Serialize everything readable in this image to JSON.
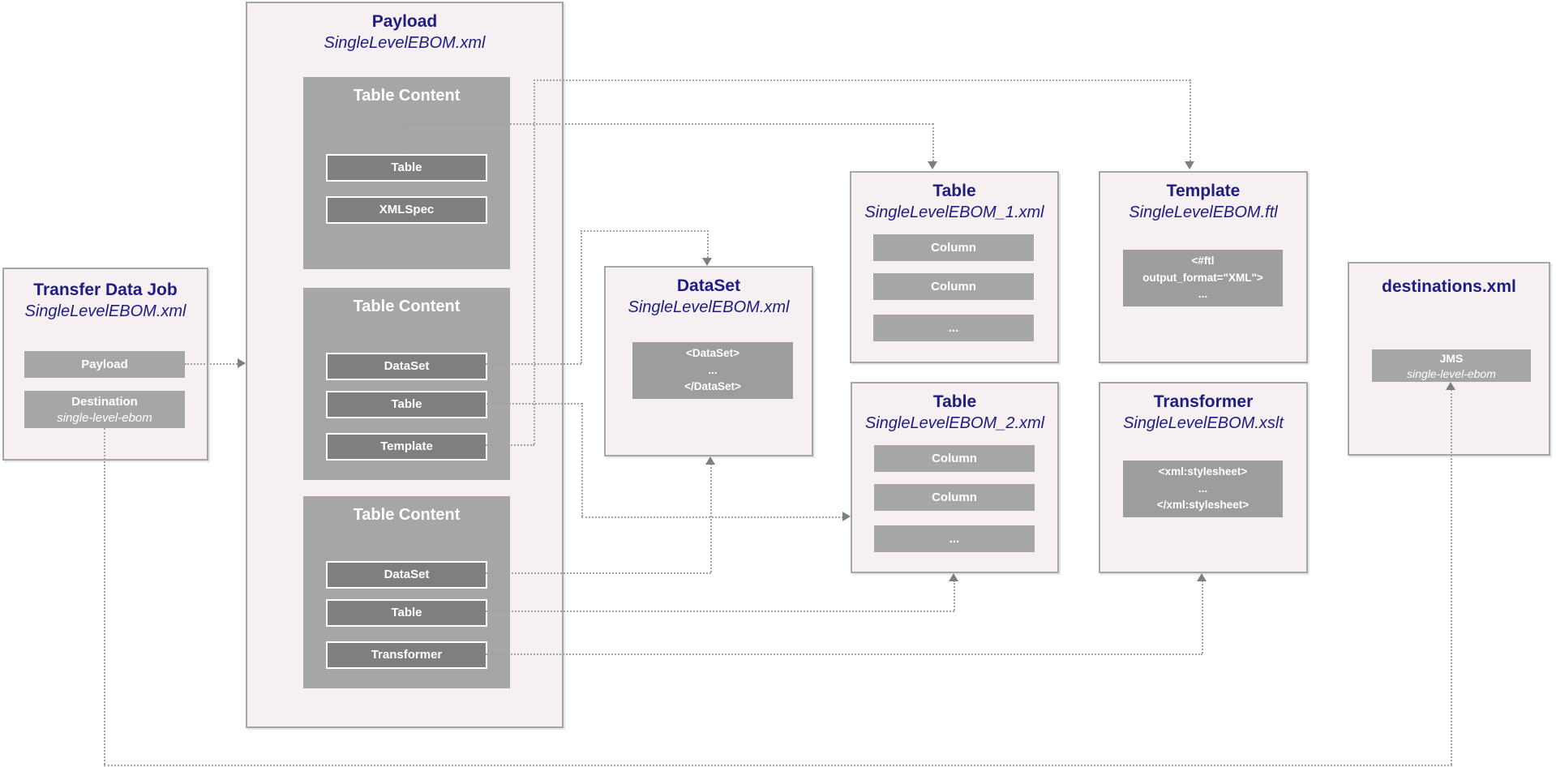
{
  "boxes": {
    "transfer_job": {
      "title": "Transfer Data Job",
      "subtitle": "SingleLevelEBOM.xml",
      "items": [
        {
          "label": "Payload"
        },
        {
          "label": "Destination",
          "sublabel": "single-level-ebom"
        }
      ]
    },
    "payload": {
      "title": "Payload",
      "subtitle": "SingleLevelEBOM.xml",
      "sections": [
        {
          "header": "Table Content",
          "items": [
            "Table",
            "XMLSpec"
          ]
        },
        {
          "header": "Table Content",
          "items": [
            "DataSet",
            "Table",
            "Template"
          ]
        },
        {
          "header": "Table Content",
          "items": [
            "DataSet",
            "Table",
            "Transformer"
          ]
        }
      ]
    },
    "dataset": {
      "title": "DataSet",
      "subtitle": "SingleLevelEBOM.xml",
      "code": [
        "<DataSet>",
        "...",
        "</DataSet>"
      ]
    },
    "table1": {
      "title": "Table",
      "subtitle": "SingleLevelEBOM_1.xml",
      "items": [
        "Column",
        "Column",
        "..."
      ]
    },
    "template": {
      "title": "Template",
      "subtitle": "SingleLevelEBOM.ftl",
      "code": [
        "<#ftl",
        "output_format=\"XML\">",
        "..."
      ]
    },
    "table2": {
      "title": "Table",
      "subtitle": "SingleLevelEBOM_2.xml",
      "items": [
        "Column",
        "Column",
        "..."
      ]
    },
    "transformer": {
      "title": "Transformer",
      "subtitle": "SingleLevelEBOM.xslt",
      "code": [
        "<xml:stylesheet>",
        "...",
        "</xml:stylesheet>"
      ]
    },
    "destinations": {
      "title": "destinations.xml",
      "item": {
        "label": "JMS",
        "sublabel": "single-level-ebom"
      }
    }
  },
  "colors": {
    "title_text": "#1d1d85",
    "panel_bg": "#f7f0f2",
    "panel_border": "#a6a6a6",
    "section_bg": "#a6a6a6",
    "section_item_bg": "#7f7f7f",
    "plain_item_bg": "#a6a6a6",
    "code_item_bg": "#9d9d9d",
    "connector": "#a3a3a3",
    "arrowhead": "#7f7f7f",
    "text_on_gray": "#ffffff"
  }
}
